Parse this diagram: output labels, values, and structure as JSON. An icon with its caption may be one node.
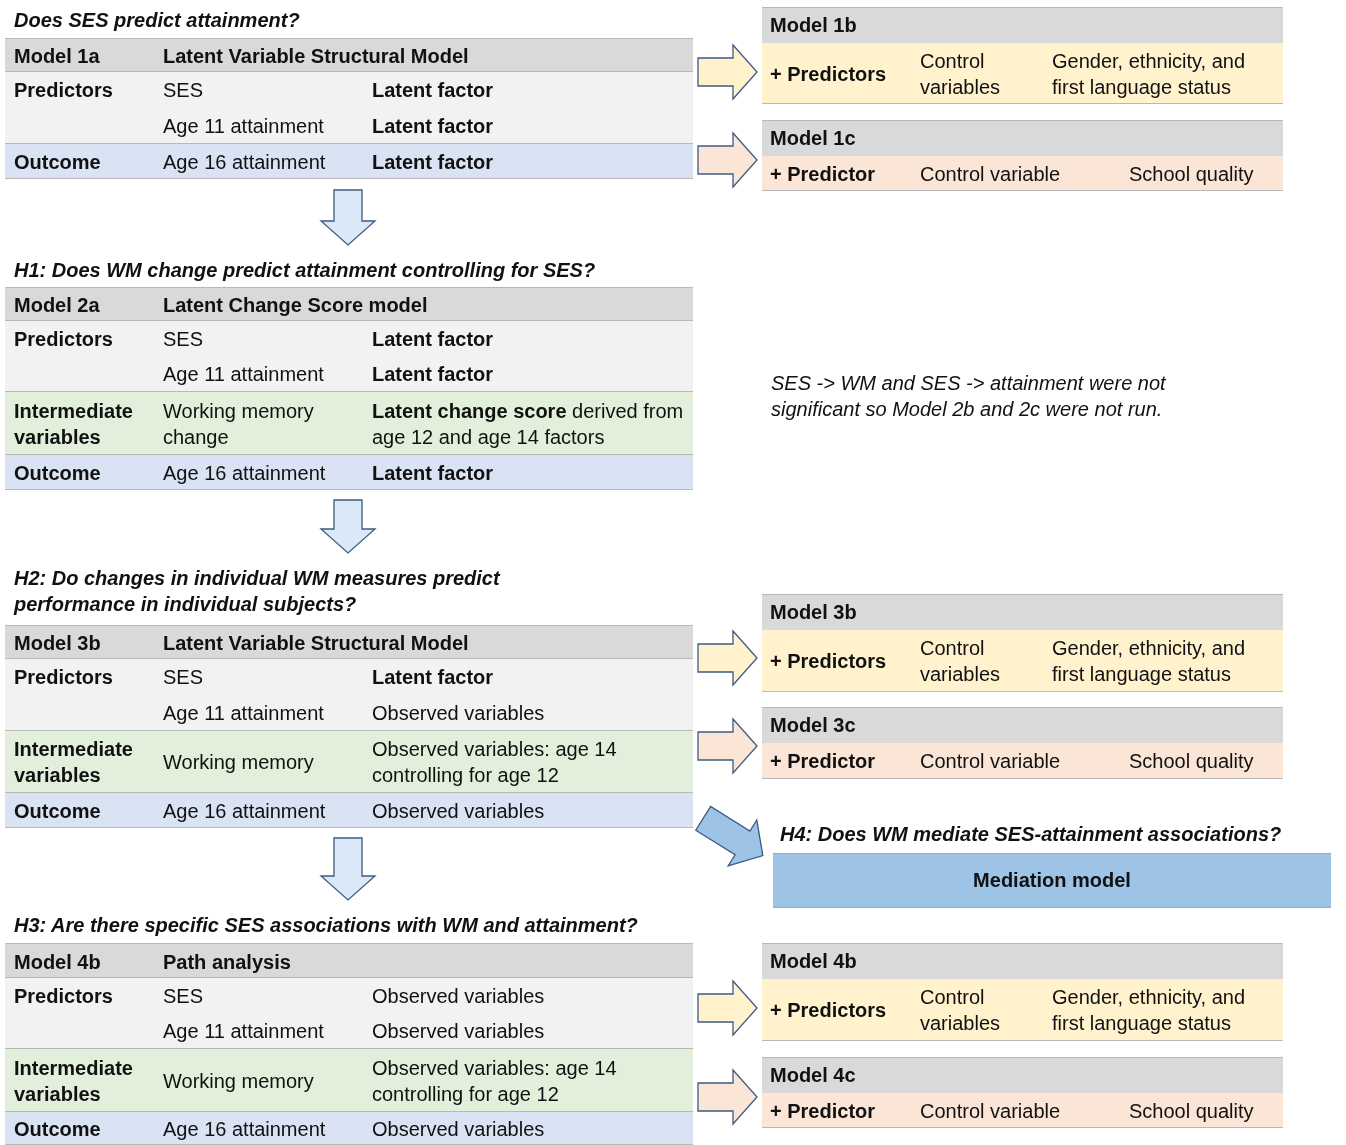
{
  "diagram": {
    "nodes": [
      {
        "text": [
          "Does SES predict attainment?"
        ]
      },
      {
        "text": [
          "Model 1a",
          "Latent Variable Structural Model"
        ],
        "in": 0
      },
      {
        "text": [
          "Predictors",
          "SES",
          "Latent factor",
          "Age 11 attainment",
          "Latent factor"
        ],
        "in": 0
      },
      {
        "text": [
          "Outcome",
          "Age 16 attainment",
          "Latent factor"
        ],
        "in": 0
      },
      {
        "text": [
          "Model 1b"
        ]
      },
      {
        "text": [
          "+ Predictors",
          "Control variables",
          "Gender, ethnicity, and first language status"
        ],
        "in": 4
      },
      {
        "text": [
          "Model 1c"
        ]
      },
      {
        "text": [
          "+ Predictor",
          "Control variable",
          "School quality"
        ],
        "in": 6
      },
      {
        "text": [
          "H1: Does WM change predict attainment controlling for SES?"
        ]
      },
      {
        "text": [
          "Model 2a",
          "Latent Change Score model"
        ],
        "in": 8
      },
      {
        "text": [
          "Predictors",
          "SES",
          "Latent factor",
          "Age 11 attainment",
          "Latent factor"
        ],
        "in": 8
      },
      {
        "text": [
          "Intermediate variables",
          "Working memory change",
          "**Latent change score** derived from age 12 and age 14 factors"
        ],
        "in": 8
      },
      {
        "text": [
          "Outcome",
          "Age 16 attainment",
          "Latent factor"
        ],
        "in": 8
      },
      {
        "text": [
          "H2: Do changes in individual WM measures predict performance in individual subjects?"
        ]
      },
      {
        "text": [
          "Model 3b",
          "Latent Variable Structural Model"
        ],
        "in": 13
      },
      {
        "text": [
          "Predictors",
          "SES",
          "Latent factor",
          "Age 11 attainment",
          "Observed variables"
        ],
        "in": 13
      },
      {
        "text": [
          "Intermediate variables",
          "Working memory",
          "Observed variables: age 14 controlling for age 12"
        ],
        "in": 13
      },
      {
        "text": [
          "Outcome",
          "Age 16 attainment",
          "Observed variables"
        ],
        "in": 13
      },
      {
        "text": [
          "Model 3b"
        ]
      },
      {
        "text": [
          "+ Predictors",
          "Control variables",
          "Gender, ethnicity, and first language status"
        ],
        "in": 18
      },
      {
        "text": [
          "Model 3c"
        ]
      },
      {
        "text": [
          "+ Predictor",
          "Control variable",
          "School quality"
        ],
        "in": 20
      },
      {
        "text": [
          "H4: Does WM mediate SES-attainment associations?",
          "Mediation model"
        ]
      },
      {
        "text": [
          "H3: Are there specific SES associations with WM and attainment?"
        ]
      },
      {
        "text": [
          "Model 4b",
          "Path analysis"
        ],
        "in": 23
      },
      {
        "text": [
          "Predictors",
          "SES",
          "Observed variables",
          "Age 11 attainment",
          "Observed variables"
        ],
        "in": 23
      },
      {
        "text": [
          "Intermediate variables",
          "Working memory",
          "Observed variables: age 14 controlling for age 12"
        ],
        "in": 23
      },
      {
        "text": [
          "Outcome",
          "Age 16 attainment",
          "Observed variables"
        ],
        "in": 23
      },
      {
        "text": [
          "Model 4b"
        ]
      },
      {
        "text": [
          "+ Predictors",
          "Control variables",
          "Gender, ethnicity, and first language status"
        ],
        "in": 28
      },
      {
        "text": [
          "Model 4c"
        ]
      },
      {
        "text": [
          "+ Predictor",
          "Control variable",
          "School quality"
        ],
        "in": 30
      }
    ],
    "edges": [
      {
        "from": 0,
        "to": 8,
        "arrow": "to",
        "color": "#dae8f7"
      },
      {
        "from": 8,
        "to": 13,
        "arrow": "to",
        "color": "#dae8f7"
      },
      {
        "from": 13,
        "to": 23,
        "arrow": "to",
        "color": "#dae8f7"
      },
      {
        "from": 0,
        "to": 4,
        "arrow": "to",
        "color": "#fff2cc"
      },
      {
        "from": 0,
        "to": 6,
        "arrow": "to",
        "color": "#fbe5d6"
      },
      {
        "from": 13,
        "to": 18,
        "arrow": "to",
        "color": "#fff2cc"
      },
      {
        "from": 13,
        "to": 20,
        "arrow": "to",
        "color": "#fbe5d6"
      },
      {
        "from": 13,
        "to": 22,
        "arrow": "to",
        "color": "#9dc3e6"
      },
      {
        "from": 23,
        "to": 28,
        "arrow": "to",
        "color": "#fff2cc"
      },
      {
        "from": 23,
        "to": 30,
        "arrow": "to",
        "color": "#fbe5d6"
      }
    ],
    "labels": [
      "SES -> WM and SES -> attainment were not significant so Model 2b and 2c were not run."
    ]
  }
}
